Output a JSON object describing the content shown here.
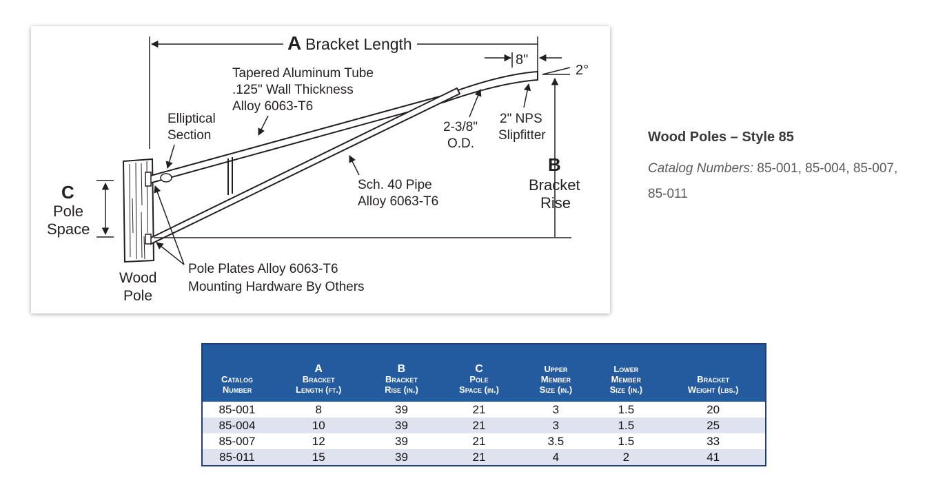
{
  "diagram": {
    "a_letter": "A",
    "a_label": "Bracket Length",
    "eight_inch": "8\"",
    "two_deg": "2°",
    "tube_line1": "Tapered Aluminum Tube",
    "tube_line2": ".125\" Wall Thickness",
    "tube_line3": "Alloy 6063-T6",
    "elliptical_line1": "Elliptical",
    "elliptical_line2": "Section",
    "od_line1": "2-3/8\"",
    "od_line2": "O.D.",
    "nps_line1": "2\" NPS",
    "nps_line2": "Slipfitter",
    "b_letter": "B",
    "b_line1": "Bracket",
    "b_line2": "Rise",
    "c_letter": "C",
    "c_line1": "Pole",
    "c_line2": "Space",
    "pipe_line1": "Sch. 40 Pipe",
    "pipe_line2": "Alloy 6063-T6",
    "plates_line1": "Pole Plates Alloy 6063-T6",
    "plates_line2": "Mounting Hardware By Others",
    "wood_line1": "Wood",
    "wood_line2": "Pole"
  },
  "info": {
    "title": "Wood Poles – Style 85",
    "catalog_label": "Catalog Numbers:",
    "catalog_values": " 85-001, 85-004, 85-007, 85-011"
  },
  "table": {
    "headers": [
      {
        "top": "",
        "line1": "Catalog",
        "line2": "Number"
      },
      {
        "top": "A",
        "line1": "Bracket",
        "line2": "Length (ft.)"
      },
      {
        "top": "B",
        "line1": "Bracket",
        "line2": "Rise (in.)"
      },
      {
        "top": "C",
        "line1": "Pole",
        "line2": "Space (in.)"
      },
      {
        "top": "Upper",
        "line1": "Member",
        "line2": "Size (in.)"
      },
      {
        "top": "Lower",
        "line1": "Member",
        "line2": "Size (in.)"
      },
      {
        "top": "",
        "line1": "Bracket",
        "line2": "Weight (lbs.)"
      }
    ],
    "rows": [
      [
        "85-001",
        "8",
        "39",
        "21",
        "3",
        "1.5",
        "20"
      ],
      [
        "85-004",
        "10",
        "39",
        "21",
        "3",
        "1.5",
        "25"
      ],
      [
        "85-007",
        "12",
        "39",
        "21",
        "3.5",
        "1.5",
        "33"
      ],
      [
        "85-011",
        "15",
        "39",
        "21",
        "4",
        "2",
        "41"
      ]
    ]
  }
}
